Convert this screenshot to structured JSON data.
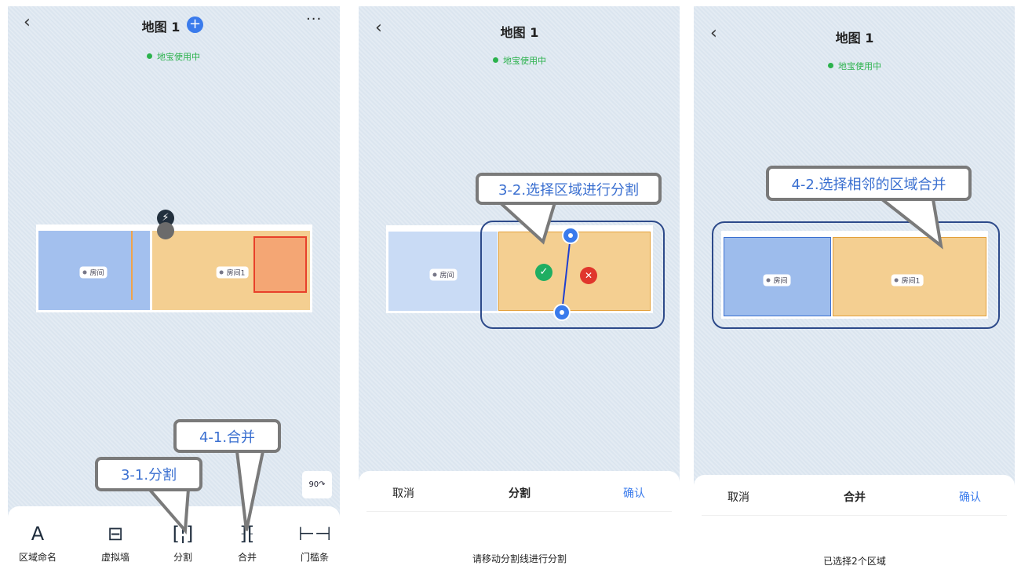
{
  "panel1": {
    "title": "地图 1",
    "status": "地宝使用中",
    "rooms": [
      "房间",
      "房间1"
    ],
    "tools": [
      {
        "label": "区域命名",
        "icon": "text-a-icon"
      },
      {
        "label": "虚拟墙",
        "icon": "virtual-wall-icon"
      },
      {
        "label": "分割",
        "icon": "split-icon"
      },
      {
        "label": "合并",
        "icon": "merge-icon"
      },
      {
        "label": "门槛条",
        "icon": "threshold-icon"
      }
    ],
    "rotate_label": "90",
    "callouts": [
      "3-1.分割",
      "4-1.合并"
    ]
  },
  "panel2": {
    "title": "地图 1",
    "status": "地宝使用中",
    "rooms": [
      "房间"
    ],
    "cancel": "取消",
    "mode": "分割",
    "confirm": "确认",
    "hint": "请移动分割线进行分割",
    "callout": "3-2.选择区域进行分割"
  },
  "panel3": {
    "title": "地图 1",
    "status": "地宝使用中",
    "rooms": [
      "房间",
      "房间1"
    ],
    "cancel": "取消",
    "mode": "合并",
    "confirm": "确认",
    "hint": "已选择2个区域",
    "callout": "4-2.选择相邻的区域合并"
  },
  "colors": {
    "accent": "#3a7bec",
    "blue_room": "#a3c0ee",
    "orange_room": "#f4cf91",
    "status": "#2bb24c"
  }
}
